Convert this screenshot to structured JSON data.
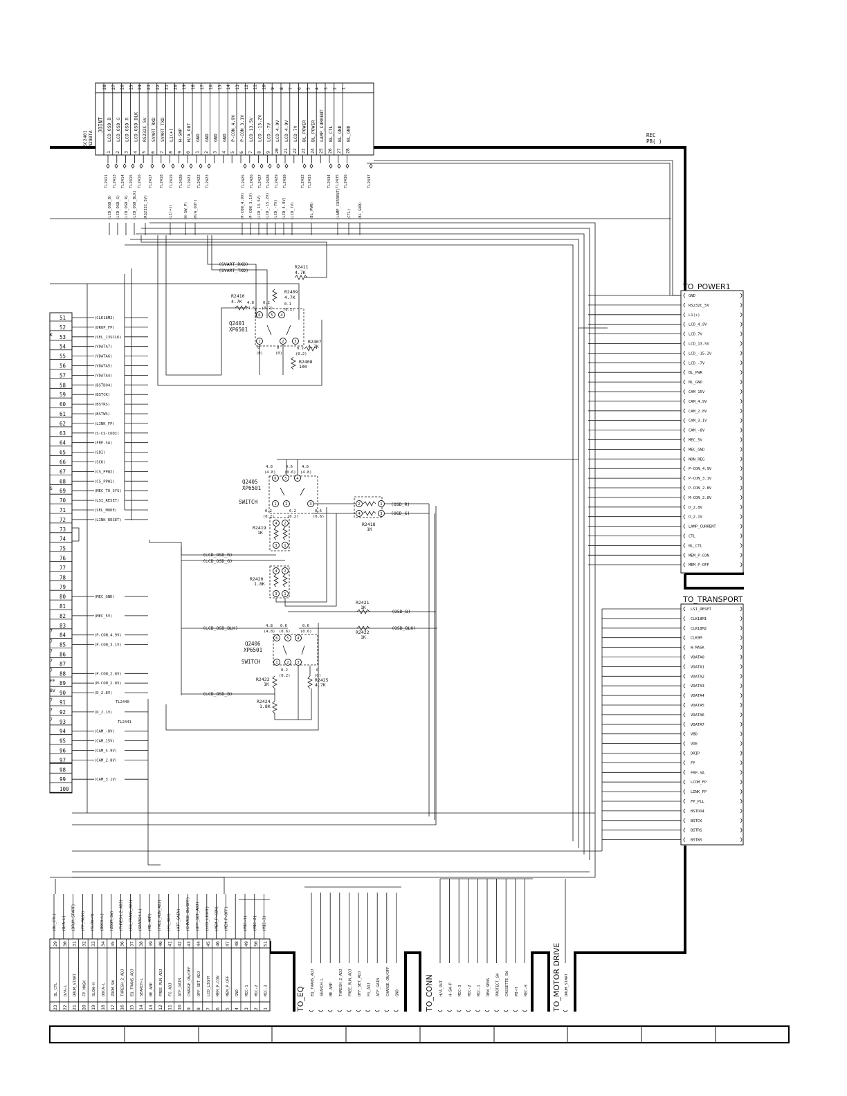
{
  "joint_connector": {
    "ref": "SC2401",
    "part": "N28BTA",
    "title": "JOINT",
    "top_pins": [
      "28",
      "27",
      "26",
      "25",
      "24",
      "23",
      "22",
      "21",
      "20",
      "19",
      "18",
      "17",
      "16",
      "15",
      "14",
      "13",
      "12",
      "11",
      "10",
      "9",
      "8",
      "7",
      "6",
      "5",
      "4",
      "3",
      "2",
      "1"
    ],
    "pin_labels": [
      "LCD_OSD_B",
      "LCD_OSD_G",
      "LCD_OSD_R",
      "LCD_OSD_BLK",
      "RS232C_5V",
      "SVART_RXD",
      "SVART_TXD",
      "L1(+)",
      "H-SWP",
      "H/A_OUT",
      "GND",
      "GND",
      "GND",
      "GND",
      "P-CON_4.9V",
      "P-CON_3.1V",
      "LCD_13.5V",
      "LCD_-15.2V",
      "LCD_-7V",
      "LCD_4.9V",
      "LCD_4.9V",
      "LCD_7V",
      "BL_POWER",
      "BL_POWER",
      "LAMP_CURRENT",
      "BL_CTL",
      "BL_GND",
      "BL_GND"
    ],
    "side_nums": [
      "1",
      "2",
      "3",
      "4",
      "5",
      "6",
      "7",
      "8",
      "9",
      "0",
      "1",
      "2",
      "3",
      "4",
      "5",
      "6",
      "7",
      "8",
      "9",
      "20",
      "21",
      "22",
      "23",
      "24",
      "25",
      "26",
      "27",
      "28"
    ],
    "testpoints": [
      "TL2411",
      "TL2413",
      "TL2414",
      "TL2415",
      "TL2416",
      "TL2417",
      "TL2418",
      "TL2419",
      "TL2420",
      "TL2421",
      "TL2422",
      "TL2423",
      "TL2425",
      "TL2426",
      "TL2427",
      "TL2428",
      "TL2429",
      "TL2430",
      "TL2432",
      "TL2433",
      "TL2434",
      "TL2435",
      "TL2436",
      "TL2437"
    ],
    "net_labels": [
      "(LCD_OSD_B)",
      "(LCD_OSD_G)",
      "(LCD_OSD_R)",
      "(LCD_OSD_BLK)",
      "(RS232C_5V)",
      "(L1(+))",
      "(H-SW_P)",
      "(H/A_OUT)",
      "(P-CON_4.9V)",
      "(P-CON_3.1V)",
      "(LCD_13.5V)",
      "(LCD_-15.2V)",
      "(LCD_-7V)",
      "(LCD_4.9V)",
      "(LCD_7V)",
      "(BL_PWR)",
      "(LAMP_CURRENT)",
      "(CTL)",
      "(BL_GND)"
    ]
  },
  "rec_pb": {
    "line1": "REC",
    "line2": "PB( )"
  },
  "left_connector": {
    "pins": [
      "51",
      "52",
      "53",
      "54",
      "55",
      "56",
      "57",
      "58",
      "59",
      "60",
      "61",
      "62",
      "63",
      "64",
      "65",
      "66",
      "67",
      "68",
      "69",
      "70",
      "71",
      "72",
      "73",
      "74",
      "75",
      "76",
      "77",
      "78",
      "79",
      "80",
      "81",
      "82",
      "83",
      "84",
      "85",
      "86",
      "87",
      "88",
      "89",
      "90",
      "91",
      "92",
      "93",
      "94",
      "95",
      "96",
      "97",
      "98",
      "99",
      "100"
    ],
    "nets": [
      "(CLK18M2)",
      "(DROP_FP)",
      "(SEL_13SCLK)",
      "(VDATA7)",
      "(VDATA6)",
      "(VDATA5)",
      "(VDATA4)",
      "(BSTDO4)",
      "(BSTCK)",
      "(BSTRS)",
      "(BSTWS)",
      "(LINK_FP)",
      "(S-CS-CODI)",
      "(FRP-SA)",
      "(SDI)",
      "(SCK)",
      "(CS_PPW2)",
      "(CS_PPW1)",
      "(MEC_TO_SYS)",
      "(LSI_RESET)",
      "(SEL_MODE)",
      "(LINK_RESET)",
      "",
      "",
      "",
      "",
      "",
      "",
      "",
      "(MEC_GND)",
      "",
      "(MEC_5V)",
      "",
      "(P-CON_4.9V)",
      "(P-CON_3.1V)",
      "",
      "",
      "(P-CON_2.8V)",
      "(M-CON_2.8V)",
      "(D_2.8V)",
      "",
      "(D_2.1V)",
      "",
      "(CAM_-8V)",
      "(CAM_15V)",
      "(CAM_4.9V)",
      "(CAM_2.8V)",
      "",
      "(CAM_3.1V)",
      ""
    ],
    "left_fragments": [
      "K",
      "S",
      "7",
      "7",
      "7",
      "7",
      "7",
      "FF",
      "8V",
      "7",
      "7",
      "7"
    ],
    "tl_labels": [
      "TL2440",
      "TL2441"
    ]
  },
  "q2401": {
    "ref": "Q2401",
    "part": "XP6501",
    "r2411": "R2411",
    "r2411_val": "4.7K",
    "r2410": "R2410",
    "r2410_val": "4.7K",
    "r2409": "R2409",
    "r2409_val": "4.7K",
    "r2407": "R2407",
    "r2407_val": "4.7K",
    "r2408": "R2408",
    "r2408_val": "100",
    "nets": [
      "(SVART_RXD)",
      "(SVART_TXD)"
    ],
    "volts": [
      "4.8",
      "(4.8)",
      "0.2",
      "(0.2)",
      "0.1",
      "(0.1)",
      "0",
      "(0)",
      "0",
      "(0)",
      "0.2",
      "(0.2)"
    ]
  },
  "q2405": {
    "ref": "Q2405",
    "part": "XP6501",
    "mode": "SWITCH",
    "r2419": "R2419",
    "r2419_val": "1K",
    "r2420": "R2420",
    "r2420_val": "1.8K",
    "r2418": "R2418",
    "r2418_val": "1K",
    "nets": [
      "(LCD_OSD_R)",
      "(LCD_OSD_G)",
      "(OSD_R)",
      "(OSD_G)"
    ],
    "volts": [
      "4.8",
      "(4.8)",
      "0.6",
      "(0.6)",
      "4.8",
      "(4.8)",
      "0.2",
      "(0.2)",
      "0.2",
      "(0.2)",
      "0.6",
      "(0.6)"
    ]
  },
  "q2406": {
    "ref": "Q2406",
    "part": "XP6501",
    "mode": "SWITCH",
    "r2421": "R2421",
    "r2421_val": "1K",
    "r2422": "R2422",
    "r2422_val": "1K",
    "r2423": "R2423",
    "r2423_val": "1K",
    "r2424": "R2424",
    "r2424_val": "1.8K",
    "r2425": "R2425",
    "r2425_val": "4.7K",
    "nets": [
      "(LCD_OSD_BLK)",
      "(LCD_OSD_B)",
      "(OSD_B)",
      "(OSD_BLK)"
    ],
    "volts": [
      "4.8",
      "(4.8)",
      "0.6",
      "(0.6)",
      "0.6",
      "(0.6)",
      "0.2",
      "(0.2)",
      "0",
      "(0)"
    ]
  },
  "to_power": {
    "title": "TO_POWER1",
    "pins": [
      "GND",
      "RS232C_5V",
      "L1(+)",
      "LCD_4.9V",
      "LCD_7V",
      "LCD_13.5V",
      "LCD_-15.2V",
      "LCD_-7V",
      "BL_PWR",
      "BL_GND",
      "CAM_15V",
      "CAM_4.9V",
      "CAM_2.8V",
      "CAM_3.1V",
      "CAM_-8V",
      "MEC_5V",
      "MEC_GND",
      "NON_REG",
      "P-CON_4.9V",
      "P-CON_3.1V",
      "P-CON_2.8V",
      "M-CON_2.8V",
      "D_2.8V",
      "D_2.1V",
      "LAMP_CURRENT",
      "CTL",
      "BL_CTL",
      "MEM_P-CON",
      "MEM_P-OFF"
    ]
  },
  "to_transport": {
    "title": "TO_TRANSPORT",
    "pins": [
      "LSI_RESET",
      "CLK18M1",
      "CLK18M2",
      "CLK9M",
      "W-MASK",
      "VDATA0",
      "VDATA1",
      "VDATA2",
      "VDATA3",
      "VDATA4",
      "VDATA5",
      "VDATA6",
      "VDATA7",
      "VBD",
      "VDE",
      "DRIP",
      "FP",
      "FRP-SA",
      "LCOM_FP",
      "LINK_FP",
      "FP_PLL",
      "BSTDO4",
      "BSTCK",
      "BSTRS",
      "BSTWS"
    ]
  },
  "bottom_connector": {
    "nets": [
      "(BL_CTL)",
      "(D/A-L)",
      "(DRUM_START)",
      "(FP_MASK)",
      "(SLOW-H)",
      "(DOCA-L)",
      "(ZOOM_SW)",
      "(THRESH_2_ADJ)",
      "(EQ_TRANS_ADJ)",
      "(SEARCH-L)",
      "(ME_AMP)",
      "(FREE_RUN_ADJ)",
      "(FG_ADJ)",
      "(ATF_GAIN)",
      "(CHARGE_ON/OFF)",
      "(OFF_SET_ADJ)",
      "(LCD_LIGHT)",
      "(MEM_P-CON)",
      "(MEM_P-OFF)",
      "",
      "(MIC-1)",
      "(MIC-2)",
      "(MIC-3)"
    ],
    "pins": [
      "29",
      "30",
      "31",
      "32",
      "33",
      "34",
      "35",
      "36",
      "37",
      "38",
      "39",
      "40",
      "41",
      "42",
      "43",
      "44",
      "45",
      "46",
      "47",
      "48",
      "49",
      "50",
      "51"
    ],
    "labels": [
      "BL_CTL",
      "D/A-L",
      "DRUM_START",
      "FP_MASK",
      "SLOW-H",
      "DOCA-L",
      "ZOOM_SW",
      "THRESH_2_ADJ",
      "EQ_TRANS_ADJ",
      "SEARCH-L",
      "ME_AMP",
      "FREE_RUN_ADJ",
      "FG_ADJ",
      "ATF_GAIN",
      "CHARGE_ON/OFF",
      "OFF_SET_ADJ",
      "LCD_LIGHT",
      "MEM_P-CON",
      "MEM_P-OFF",
      "GND",
      "MIC-1",
      "MIC-2",
      "MIC-3"
    ],
    "low_nums": [
      "23",
      "22",
      "21",
      "20",
      "19",
      "18",
      "17",
      "16",
      "15",
      "14",
      "13",
      "12",
      "11",
      "10",
      "9",
      "8",
      "7",
      "6",
      "5",
      "4",
      "3",
      "2",
      "1"
    ]
  },
  "to_eq": {
    "title": "TO_EQ",
    "pins": [
      "EQ_TRANS_ADJ",
      "SEARCH-L",
      "ME_AMP",
      "THRESH_2_ADJ",
      "FREE_RUN_ADJ",
      "OFF_SET_ADJ",
      "FG_ADJ",
      "ATF_GAIN",
      "CHARGE_ON/OFF",
      "GND"
    ]
  },
  "to_conn": {
    "title": "TO_CONN",
    "pins": [
      "H/A_OUT",
      "H-SW-P",
      "MIC-3",
      "MIC-2",
      "MIC-1",
      "DEW_SENS",
      "PROTECT_SW",
      "CASSETTE_SW",
      "PB-H",
      "REC-H"
    ]
  },
  "to_motor": {
    "title": "TO_MOTOR DRIVE",
    "pins": [
      "DRUM_START"
    ]
  }
}
